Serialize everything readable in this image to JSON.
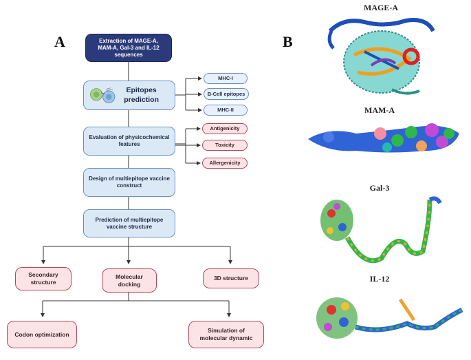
{
  "panel_a": {
    "letter": "A",
    "extraction": "Extraction of MAGE-A, MAM-A, Gal-3 and IL-12 sequences",
    "epitopes": "Epitopes prediction",
    "mhc1": "MHC-I",
    "bcell": "B-Cell epitopes",
    "mhc2": "MHC-II",
    "evaluation": "Evaluation of physicochemical features",
    "antigenicity": "Antigenicity",
    "toxicity": "Toxicity",
    "allergenicity": "Allergenicity",
    "design": "Design of multiepitope vaccine construct",
    "prediction": "Prediction of multiepitope vaccine structure",
    "secondary": "Secondary structure",
    "docking": "Molecular docking",
    "structure3d": "3D structure",
    "codon": "Codon optimization",
    "simulation": "Simulation of molecular dynamic"
  },
  "panel_b": {
    "letter": "B",
    "molecules": [
      "MAGE-A",
      "MAM-A",
      "Gal-3",
      "IL-12"
    ]
  },
  "colors": {
    "navy": "#2b3a7a",
    "box_blue": "#dbe9f7",
    "box_pink": "#fbe3e6",
    "border_pink": "#b0485a"
  }
}
